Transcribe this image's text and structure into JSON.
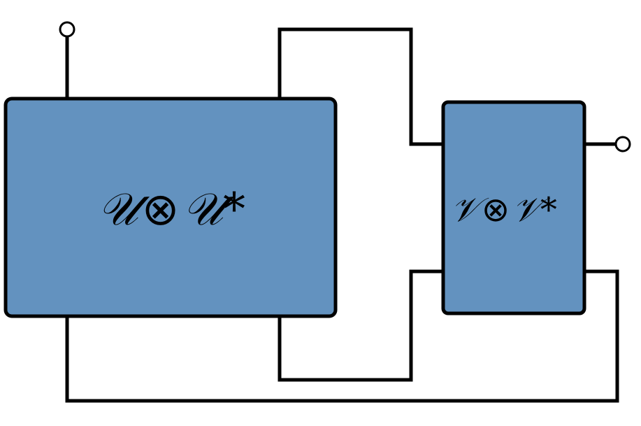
{
  "colors": {
    "box_fill": "#6392bf",
    "stroke": "#000000",
    "background": "#ffffff"
  },
  "boxes": {
    "u_box": {
      "label_left": "𝒰",
      "operator": "⊗",
      "label_right": "𝒰*"
    },
    "v_box": {
      "label_left": "𝒱",
      "operator": "⊗",
      "label_right": "𝒱*"
    }
  }
}
